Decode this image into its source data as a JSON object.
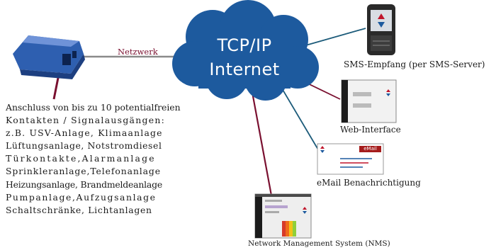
{
  "cloud": {
    "line1": "TCP/IP",
    "line2": "Internet"
  },
  "link_label": "Netzwerk",
  "io_description": [
    "Anschluss von bis zu 10 potentialfreien",
    "Kontakten / Signalausgängen:",
    "z.B. USV-Anlage, Klimaanlage",
    "Lüftungsanlage, Notstromdiesel",
    "Türkontakte,Alarmanlage",
    "Sprinkleranlage,Telefonanlage",
    "Heizungsanlage, Brandmeldeanlage",
    "Pumpanlage,Aufzugsanlage",
    "Schaltschränke, Lichtanlagen"
  ],
  "endpoints": {
    "sms": "SMS-Empfang (per SMS-Server)",
    "web": "Web-Interface",
    "email": "eMail Benachrichtigung",
    "email_badge": "eMail",
    "nms": "Network Management System (NMS)"
  },
  "colors": {
    "cloud": "#1d5a9e",
    "network_line": "#7a1030",
    "link_line": "#1c5b7a",
    "device": "#2e5fb0"
  }
}
